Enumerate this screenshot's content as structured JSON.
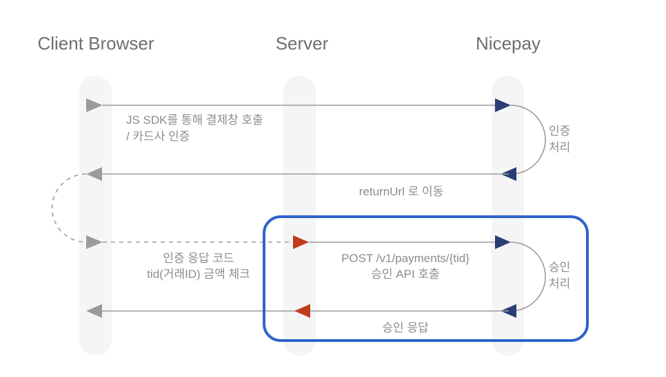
{
  "actors": [
    {
      "label": "Client Browser"
    },
    {
      "label": "Server"
    },
    {
      "label": "Nicepay"
    }
  ],
  "messages": [
    {
      "from": "Client Browser",
      "to": "Nicepay",
      "lines": [
        "JS SDK를 통해 결제창 호출",
        "/ 카드사 인증"
      ],
      "line_style": "solid"
    },
    {
      "from": "Nicepay",
      "to": "Client Browser",
      "lines": [
        "returnUrl 로 이동"
      ],
      "line_style": "solid"
    },
    {
      "from": "Client Browser",
      "to": "Server",
      "lines": [
        "인증 응답 코드",
        "tid(거래ID) 금액 체크"
      ],
      "line_style": "dashed"
    },
    {
      "from": "Server",
      "to": "Nicepay",
      "lines": [
        "POST /v1/payments/{tid}",
        "승인 API 호출"
      ],
      "line_style": "solid"
    },
    {
      "from": "Nicepay",
      "to": "Server",
      "lines": [
        "승인 응답"
      ],
      "line_style": "solid"
    }
  ],
  "process_loops": [
    {
      "actor": "Nicepay",
      "lines": [
        "인증",
        "처리"
      ]
    },
    {
      "actor": "Nicepay",
      "lines": [
        "승인",
        "처리"
      ]
    }
  ],
  "colors": {
    "lifeline_fill": "#f5f5f5",
    "line_gray": "#9b9b9b",
    "arrow_gray": "#9b9b9b",
    "arrow_navy": "#2b3e74",
    "arrow_red": "#c03a1d",
    "highlight_blue": "#2e63cb",
    "actor_text": "#6e6e6e",
    "label_text": "#8c8c8c"
  }
}
